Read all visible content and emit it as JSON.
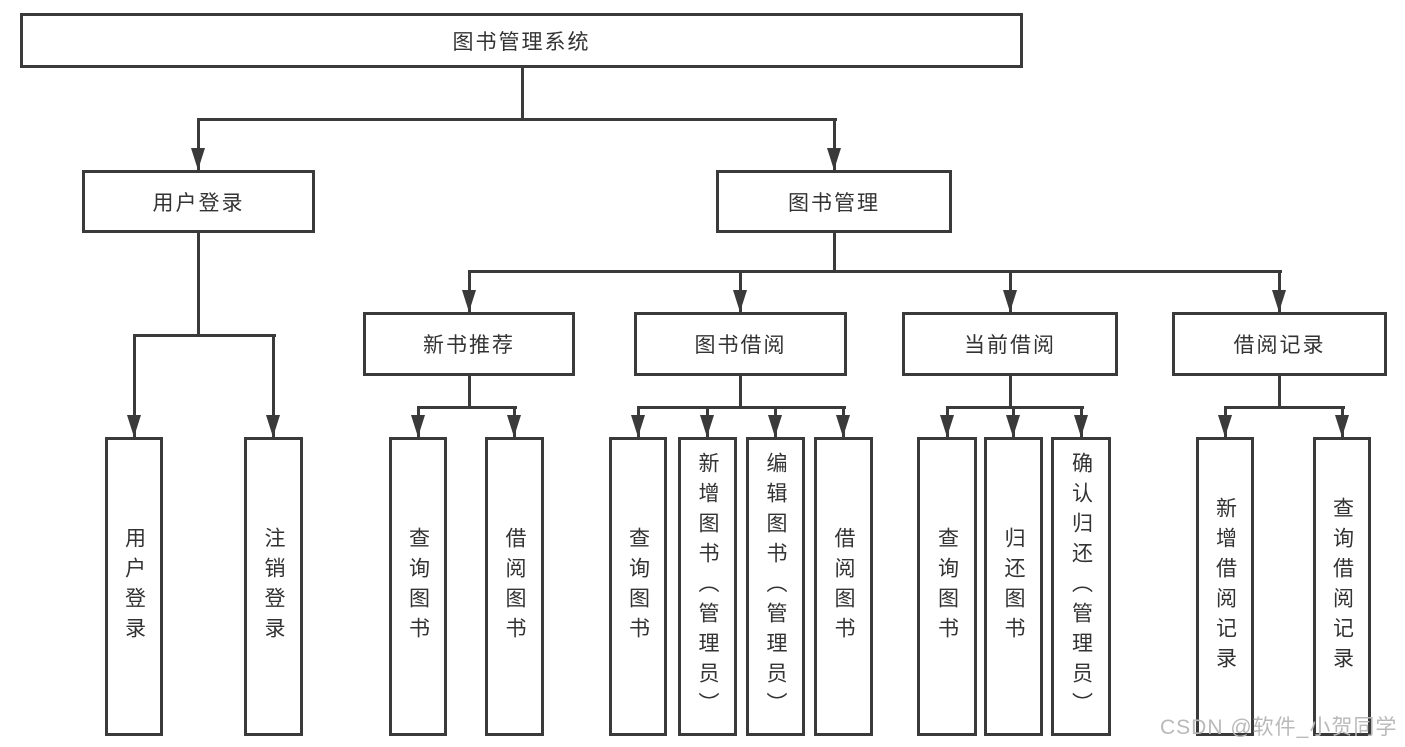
{
  "diagram_type": "hierarchy-tree",
  "colors": {
    "line": "#3a3a3a",
    "box_border": "#3a3a3a",
    "text": "#333333",
    "watermark": "#b9b9b9",
    "background": "#ffffff"
  },
  "tree": {
    "label": "图书管理系统",
    "children": [
      {
        "label": "用户登录",
        "children": [
          {
            "label": "用户登录"
          },
          {
            "label": "注销登录"
          }
        ]
      },
      {
        "label": "图书管理",
        "children": [
          {
            "label": "新书推荐",
            "children": [
              {
                "label": "查询图书"
              },
              {
                "label": "借阅图书"
              }
            ]
          },
          {
            "label": "图书借阅",
            "children": [
              {
                "label": "查询图书"
              },
              {
                "label": "新增图书（管理员）"
              },
              {
                "label": "编辑图书（管理员）"
              },
              {
                "label": "借阅图书"
              }
            ]
          },
          {
            "label": "当前借阅",
            "children": [
              {
                "label": "查询图书"
              },
              {
                "label": "归还图书"
              },
              {
                "label": "确认归还（管理员）"
              }
            ]
          },
          {
            "label": "借阅记录",
            "children": [
              {
                "label": "新增借阅记录"
              },
              {
                "label": "查询借阅记录"
              }
            ]
          }
        ]
      }
    ]
  },
  "watermark": {
    "text": "CSDN @软件_小贺同学"
  }
}
